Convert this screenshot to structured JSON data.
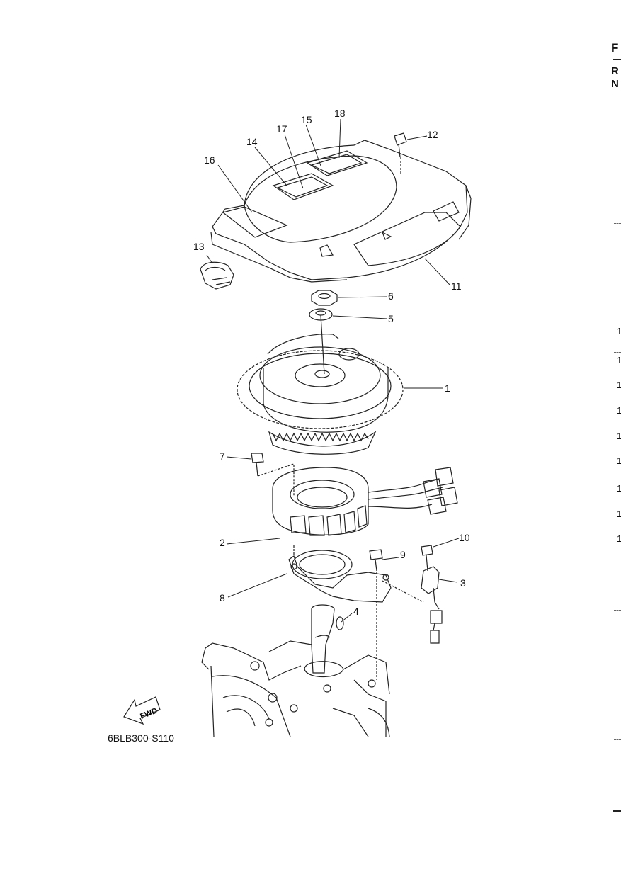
{
  "diagram": {
    "part_code": "6BLB300-S110",
    "fwd_label": "FWD",
    "callouts": [
      "1",
      "2",
      "3",
      "4",
      "5",
      "6",
      "7",
      "8",
      "9",
      "10",
      "11",
      "12",
      "13",
      "14",
      "15",
      "16",
      "17",
      "18"
    ]
  },
  "edge": {
    "letters": [
      "F",
      "R",
      "N"
    ],
    "nums": [
      "1",
      "1",
      "1",
      "1",
      "1",
      "1",
      "1",
      "1",
      "1"
    ]
  }
}
